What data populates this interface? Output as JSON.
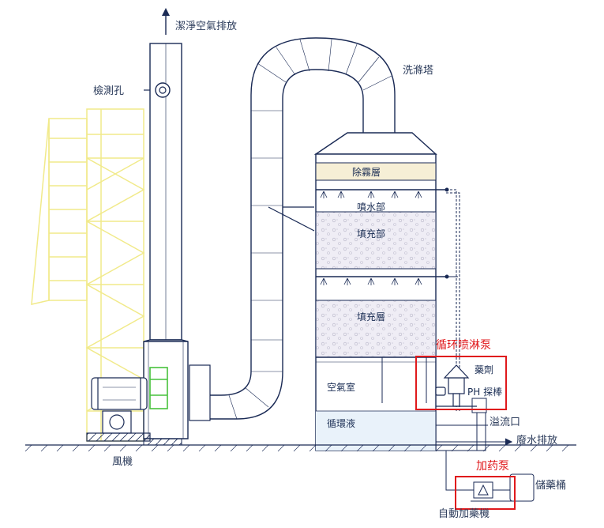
{
  "labels": {
    "clean_air_exhaust": "潔淨空氣排放",
    "inspection_hole": "檢測孔",
    "scrubber_tower": "洗滌塔",
    "demister": "除霧層",
    "spray_section": "噴水部",
    "packing_section": "填充部",
    "packing_layer": "填充層",
    "air_chamber": "空氣室",
    "circulating_liquid": "循環液",
    "agent": "藥劑",
    "ph_meter": "PH 探棒",
    "overflow": "溢流口",
    "waste_water": "廢水排放",
    "storage_tank": "儲藥桶",
    "dosing_pump_auto": "自動加藥機",
    "fan": "風機"
  },
  "annotations": {
    "circulation_pump": "循环喷淋泵",
    "dosing_pump": "加药泵"
  },
  "colors": {
    "line": "#1a2a55",
    "yellow_frame": "#f1ea8a",
    "green": "#47c23b",
    "annotation_red": "#e0191c",
    "packing_fill": "#ece9f3",
    "demister_fill": "#f6efd6",
    "water_fill": "#e9f2fa"
  }
}
